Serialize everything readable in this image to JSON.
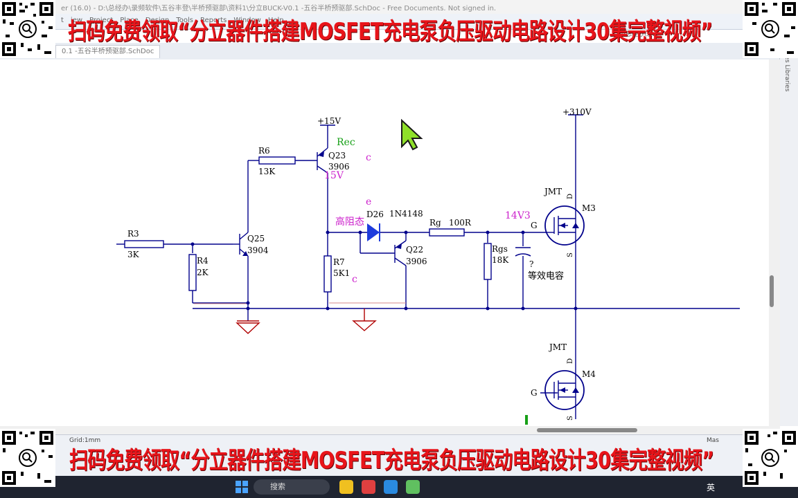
{
  "window": {
    "title": "er (16.0) - D:\\总经办\\录频软件\\五谷丰登\\半桥预驱部\\资料1\\分立BUCK-V0.1 -五谷半桥预驱部.SchDoc - Free Documents. Not signed in.",
    "buttons": [
      "—",
      "❐",
      "✕"
    ]
  },
  "menu": {
    "items": [
      "t",
      "iew",
      "Project",
      "Place",
      "Design",
      "Tools",
      "Reports",
      "Window",
      "Help"
    ],
    "path": "D:\\总经办\\录..."
  },
  "tab": {
    "label": "0.1 -五谷半桥预驱部.SchDoc"
  },
  "right_panel": {
    "label": "Favorites  Libraries"
  },
  "status": {
    "grid": "Grid:1mm",
    "right": "Mas"
  },
  "taskbar": {
    "search": "搜索",
    "lang": "英"
  },
  "banner": {
    "top": "扫码免费领取“分立器件搭建MOSFET充电泵负压驱动电路设计30集完整视频”",
    "bottom": "扫码免费领取“分立器件搭建MOSFET充电泵负压驱动电路设计30集完整视频”"
  },
  "schematic": {
    "pwr15": "+15V",
    "pwr310": "+310V",
    "rec": "Rec",
    "q23_name": "Q23",
    "q23_part": "3906",
    "v15": "15V",
    "c1": "c",
    "e1": "e",
    "r6_name": "R6",
    "r6_val": "13K",
    "r3_name": "R3",
    "r3_val": "3K",
    "r4_name": "R4",
    "r4_val": "2K",
    "q25_name": "Q25",
    "q25_part": "3904",
    "r7_name": "R7",
    "r7_val": "5K1",
    "c2": "c",
    "gaozu": "高阻态",
    "d26_name": "D26",
    "d26_part": "1N4148",
    "q22_name": "Q22",
    "q22_part": "3906",
    "rg_name": "Rg",
    "rg_val": "100R",
    "v14": "14V3",
    "rgs_name": "Rgs",
    "rgs_val": "18K",
    "q_mark": "?",
    "dengxiao": "等效电容",
    "g1": "G",
    "d1": "D",
    "s1": "S",
    "jmt1": "JMT",
    "m3": "M3",
    "jmt2": "JMT",
    "m4": "M4",
    "g2": "G",
    "d2": "D",
    "s2": "S"
  },
  "colors": {
    "wire": "#00008b",
    "label_pink": "#cc22cc",
    "label_green": "#18a018",
    "banner_red": "#e8141a"
  }
}
